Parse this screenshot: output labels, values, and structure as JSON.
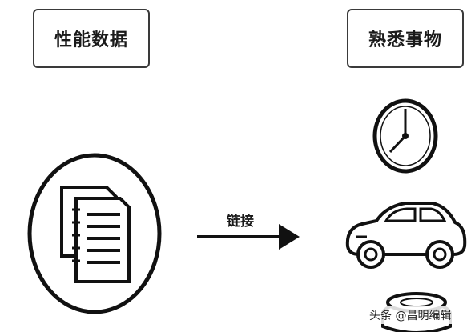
{
  "left_box": {
    "label": "性能数据"
  },
  "right_box": {
    "label": "熟悉事物"
  },
  "arrow": {
    "label": "链接"
  },
  "icons": {
    "documents": "documents-icon",
    "clock": "clock-icon",
    "car": "car-icon",
    "coins": "coins-icon"
  },
  "watermark": "头条 @昌明编辑"
}
